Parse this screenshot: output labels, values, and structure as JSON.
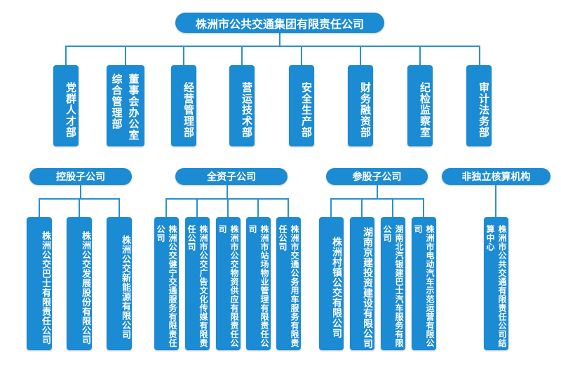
{
  "title": "株洲市公共交通集团有限责任公司",
  "departments": [
    "党群人才部",
    "董事会办公室",
    "综合管理部",
    "经营管理部",
    "营运技术部",
    "安全生产部",
    "财务融资部",
    "纪检监察室",
    "审计法务部"
  ],
  "groups": {
    "holding": {
      "label": "控股子公司",
      "children": [
        "株洲公交巴士有限责任公司",
        "株洲公交发展股份有限公司",
        "株洲公交新能源有限公司"
      ]
    },
    "wholly": {
      "label": "全资子公司",
      "children": [
        "株洲公交健宁交通服务有限责任公司",
        "株洲市公交广告文化传媒有限责任公司",
        "株洲市公交物资供应有限责任公司",
        "株洲市站场物业管理有限责任公司",
        "株洲市交通公务用车服务有限责任公司"
      ]
    },
    "equity": {
      "label": "参股子公司",
      "children": [
        "株洲村镇公交有限公司",
        "湖南京建投资建设有限公司",
        "湖南北汽银建巴士汽车服务有限公司",
        "株洲市电动汽车示范运营有限公司"
      ]
    },
    "nonindependent": {
      "label": "非独立核算机构",
      "children": [
        "株洲市公共交通有限责任公司结算中心"
      ]
    }
  },
  "colors": {
    "primary": "#1b8bd3"
  }
}
